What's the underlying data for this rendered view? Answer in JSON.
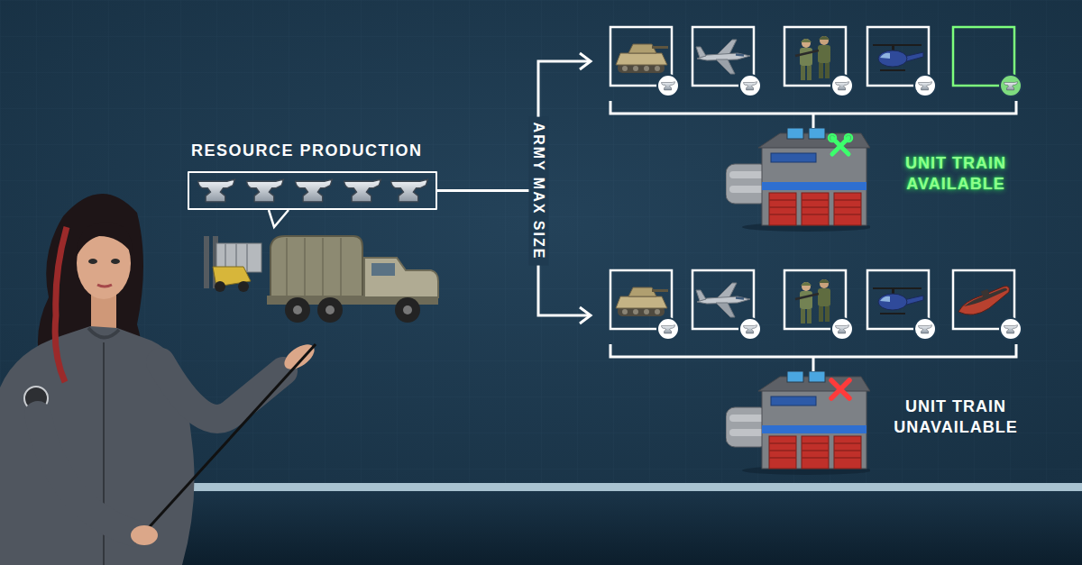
{
  "diagram": {
    "nodes": [
      {
        "text": [
          "RESOURCE PRODUCTION"
        ]
      },
      {
        "text": [
          "UNIT TRAIN AVAILABLE"
        ]
      },
      {
        "text": [
          "UNIT TRAIN UNAVAILABLE"
        ]
      }
    ],
    "edges": [
      {
        "from": 0,
        "to": 1,
        "arrow": "to",
        "label": "ARMY MAX SIZE"
      },
      {
        "from": 0,
        "to": 2,
        "arrow": "to"
      }
    ]
  }
}
